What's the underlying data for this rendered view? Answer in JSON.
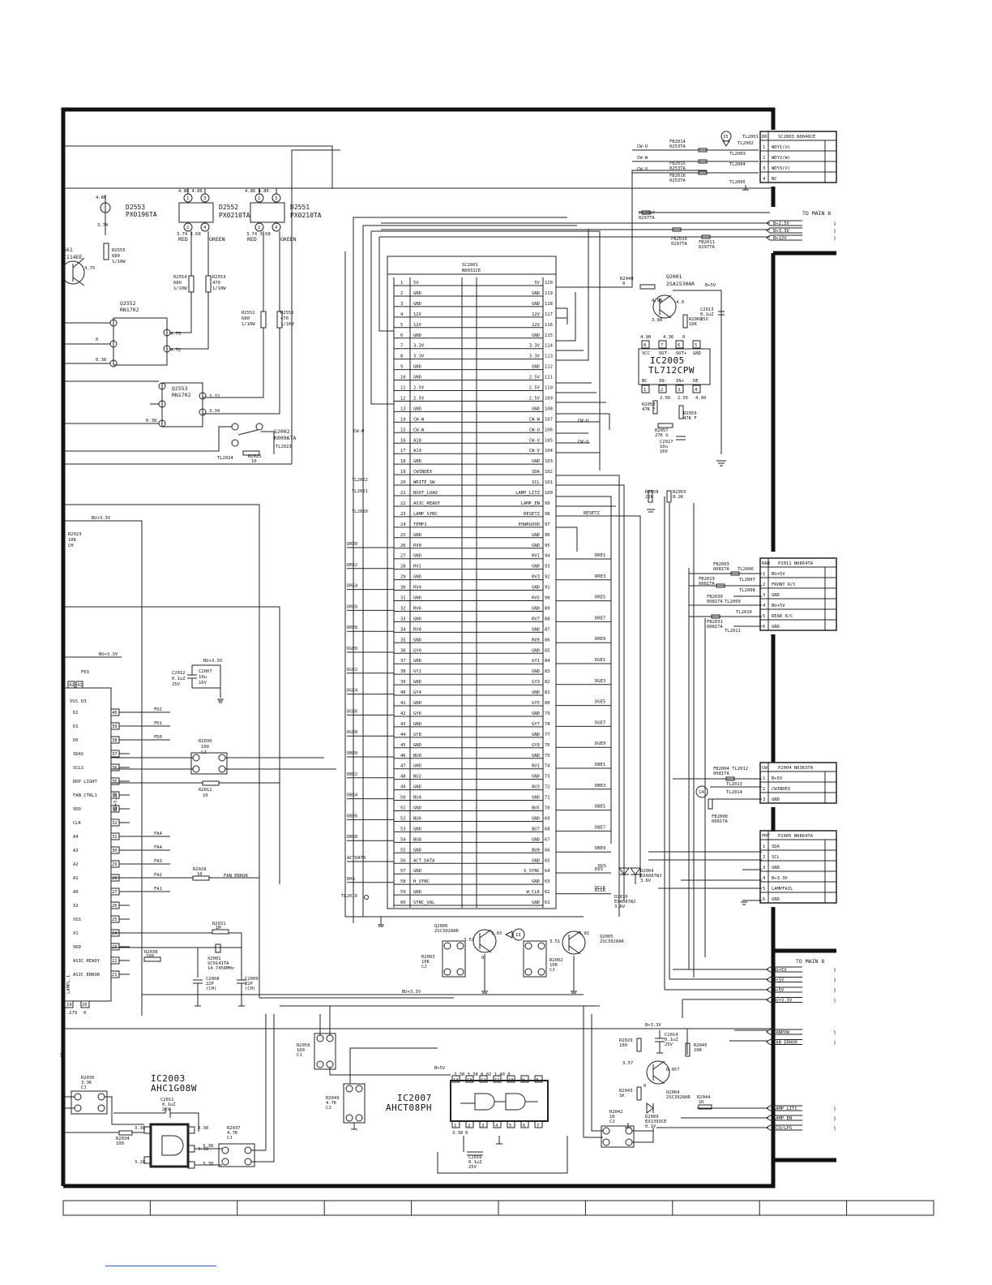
{
  "connectors": {
    "sc2003": {
      "tag": "DD",
      "ref": "SC2003 N0040CE",
      "pins": [
        {
          "n": "1",
          "name": "WDY1(U)"
        },
        {
          "n": "2",
          "name": "WDY2(W)"
        },
        {
          "n": "3",
          "name": "WDY3(V)"
        },
        {
          "n": "4",
          "name": "NC"
        }
      ]
    },
    "p2011": {
      "tag": "RAB",
      "ref": "P2011 N0864TA",
      "pins": [
        {
          "n": "1",
          "name": "BU+5V"
        },
        {
          "n": "2",
          "name": "FRONT R/C"
        },
        {
          "n": "3",
          "name": "GND"
        },
        {
          "n": "4",
          "name": "BU+5V"
        },
        {
          "n": "5",
          "name": "REAR R/C"
        },
        {
          "n": "6",
          "name": "GND"
        }
      ]
    },
    "p2004": {
      "tag": "CW",
      "ref": "P2004 N0363TA",
      "pins": [
        {
          "n": "1",
          "name": "B+5V"
        },
        {
          "n": "2",
          "name": "CWINDEX"
        },
        {
          "n": "3",
          "name": "GND"
        }
      ]
    },
    "p2005": {
      "tag": "FMT",
      "ref": "P2005 N0864TA",
      "pins": [
        {
          "n": "1",
          "name": "SDA"
        },
        {
          "n": "2",
          "name": "SCL"
        },
        {
          "n": "3",
          "name": "GND"
        },
        {
          "n": "4",
          "name": "B+3.3V"
        },
        {
          "n": "5",
          "name": "LAMPFAIL"
        },
        {
          "n": "6",
          "name": "GND"
        }
      ]
    }
  },
  "sc2001": {
    "ref": "SC2001",
    "part": "N0031CE",
    "rows": [
      {
        "l": "1",
        "ln": "5V",
        "rn": "5V",
        "r": "120"
      },
      {
        "l": "2",
        "ln": "GND",
        "rn": "GND",
        "r": "119"
      },
      {
        "l": "3",
        "ln": "GND",
        "rn": "GND",
        "r": "118"
      },
      {
        "l": "4",
        "ln": "12V",
        "rn": "12V",
        "r": "117"
      },
      {
        "l": "5",
        "ln": "12V",
        "rn": "12V",
        "r": "116"
      },
      {
        "l": "6",
        "ln": "GND",
        "rn": "GND",
        "r": "115"
      },
      {
        "l": "7",
        "ln": "3.3V",
        "rn": "3.3V",
        "r": "114"
      },
      {
        "l": "8",
        "ln": "3.3V",
        "rn": "3.3V",
        "r": "113"
      },
      {
        "l": "9",
        "ln": "GND",
        "rn": "GND",
        "r": "112"
      },
      {
        "l": "10",
        "ln": "GND",
        "rn": "2.5V",
        "r": "111"
      },
      {
        "l": "11",
        "ln": "2.5V",
        "rn": "2.5V",
        "r": "110"
      },
      {
        "l": "12",
        "ln": "2.5V",
        "rn": "2.5V",
        "r": "109"
      },
      {
        "l": "13",
        "ln": "GND",
        "rn": "GND",
        "r": "108"
      },
      {
        "l": "14",
        "ln": "CW-W",
        "rn": "CW-W",
        "r": "107"
      },
      {
        "l": "15",
        "ln": "CW-W",
        "rn": "CW-U",
        "r": "106"
      },
      {
        "l": "16",
        "ln": "A18",
        "rn": "CW-V",
        "r": "105"
      },
      {
        "l": "17",
        "ln": "A19",
        "rn": "CW-V",
        "r": "104"
      },
      {
        "l": "18",
        "ln": "GND",
        "rn": "GND",
        "r": "103"
      },
      {
        "l": "19",
        "ln": "CWINDEX",
        "rn": "SDA",
        "r": "102"
      },
      {
        "l": "20",
        "ln": "WRITE_SW",
        "rn": "SCL",
        "r": "101"
      },
      {
        "l": "21",
        "ln": "BOOT_LOAD",
        "rn": "LAMP_LITZ",
        "r": "100"
      },
      {
        "l": "22",
        "ln": "ASIC_READY",
        "rn": "LAMP_EN",
        "r": "99"
      },
      {
        "l": "23",
        "ln": "LAMP_SYNC",
        "rn": "RESETZ",
        "r": "98"
      },
      {
        "l": "24",
        "ln": "TEMP1",
        "rn": "POWRGOOD",
        "r": "97"
      },
      {
        "l": "25",
        "ln": "GND",
        "rn": "GND",
        "r": "96"
      },
      {
        "l": "26",
        "ln": "RV0",
        "rn": "GND",
        "r": "95"
      },
      {
        "l": "27",
        "ln": "GND",
        "rn": "RV1",
        "r": "94"
      },
      {
        "l": "28",
        "ln": "RV2",
        "rn": "GND",
        "r": "93"
      },
      {
        "l": "29",
        "ln": "GND",
        "rn": "RV3",
        "r": "92"
      },
      {
        "l": "30",
        "ln": "RV4",
        "rn": "GND",
        "r": "91"
      },
      {
        "l": "31",
        "ln": "GND",
        "rn": "RV5",
        "r": "90"
      },
      {
        "l": "32",
        "ln": "RV6",
        "rn": "GND",
        "r": "89"
      },
      {
        "l": "33",
        "ln": "GND",
        "rn": "RV7",
        "r": "88"
      },
      {
        "l": "34",
        "ln": "RV8",
        "rn": "GND",
        "r": "87"
      },
      {
        "l": "35",
        "ln": "GND",
        "rn": "RV9",
        "r": "86"
      },
      {
        "l": "36",
        "ln": "GY0",
        "rn": "GND",
        "r": "85"
      },
      {
        "l": "37",
        "ln": "GND",
        "rn": "GY1",
        "r": "84"
      },
      {
        "l": "38",
        "ln": "GY2",
        "rn": "GND",
        "r": "83"
      },
      {
        "l": "39",
        "ln": "GND",
        "rn": "GY3",
        "r": "82"
      },
      {
        "l": "40",
        "ln": "GY4",
        "rn": "GND",
        "r": "81"
      },
      {
        "l": "41",
        "ln": "GND",
        "rn": "GY5",
        "r": "80"
      },
      {
        "l": "42",
        "ln": "GY6",
        "rn": "GND",
        "r": "79"
      },
      {
        "l": "43",
        "ln": "GND",
        "rn": "GY7",
        "r": "78"
      },
      {
        "l": "44",
        "ln": "GY8",
        "rn": "GND",
        "r": "77"
      },
      {
        "l": "45",
        "ln": "GND",
        "rn": "GY9",
        "r": "76"
      },
      {
        "l": "46",
        "ln": "BU0",
        "rn": "GND",
        "r": "75"
      },
      {
        "l": "47",
        "ln": "GND",
        "rn": "BU1",
        "r": "74"
      },
      {
        "l": "48",
        "ln": "BU2",
        "rn": "GND",
        "r": "73"
      },
      {
        "l": "49",
        "ln": "GND",
        "rn": "BU3",
        "r": "72"
      },
      {
        "l": "50",
        "ln": "BU4",
        "rn": "GND",
        "r": "71"
      },
      {
        "l": "51",
        "ln": "GND",
        "rn": "BU5",
        "r": "70"
      },
      {
        "l": "52",
        "ln": "BU6",
        "rn": "GND",
        "r": "69"
      },
      {
        "l": "53",
        "ln": "GND",
        "rn": "BU7",
        "r": "68"
      },
      {
        "l": "54",
        "ln": "BU8",
        "rn": "GND",
        "r": "67"
      },
      {
        "l": "55",
        "ln": "GND",
        "rn": "BU9",
        "r": "66"
      },
      {
        "l": "56",
        "ln": "ACT_DATA",
        "rn": "GND",
        "r": "65"
      },
      {
        "l": "57",
        "ln": "GND",
        "rn": "V_SYNC",
        "r": "64"
      },
      {
        "l": "58",
        "ln": "H_SYNC",
        "rn": "GND",
        "r": "63"
      },
      {
        "l": "59",
        "ln": "GND",
        "rn": "W_CLK",
        "r": "62"
      },
      {
        "l": "60",
        "ln": "SYNC_VAL",
        "rn": "GND",
        "r": "61"
      }
    ]
  },
  "bus_left": [
    "DRE0",
    "DRE2",
    "DRE4",
    "DRE6",
    "DRE8",
    "DGE0",
    "DGE2",
    "DGE4",
    "DGE6",
    "DGE8",
    "DBE0",
    "DBE2",
    "DBE4",
    "DBE6",
    "DBE8",
    "ACTDATA",
    "DHS"
  ],
  "bus_right": [
    "DRE1",
    "DRE3",
    "DRE5",
    "DRE7",
    "DRE9",
    "DGE1",
    "DGE3",
    "DGE5",
    "DGE7",
    "DGE9",
    "DBE1",
    "DBE3",
    "DBE5",
    "DBE7",
    "DBE9",
    "DVS",
    "DCLK"
  ],
  "ic_asic": {
    "pins": [
      {
        "n": "40",
        "name": "D2",
        "net": "FD2"
      },
      {
        "n": "39",
        "name": "D1",
        "net": "FD1"
      },
      {
        "n": "38",
        "name": "D0",
        "net": "FD0"
      },
      {
        "n": "37",
        "name": "SDAS",
        "net": ""
      },
      {
        "n": "36",
        "name": "SCLS",
        "net": ""
      },
      {
        "n": "35",
        "name": "DDP LIGHT",
        "net": ""
      },
      {
        "n": "34",
        "name": "FAN_CTRL1",
        "net": ""
      },
      {
        "n": "33",
        "name": "VDD",
        "net": ""
      },
      {
        "n": "32",
        "name": "CLK",
        "net": ""
      },
      {
        "n": "31",
        "name": "A4",
        "net": "FA4"
      },
      {
        "n": "30",
        "name": "A3",
        "net": "FA4"
      },
      {
        "n": "29",
        "name": "A2",
        "net": "FA3"
      },
      {
        "n": "28",
        "name": "A1",
        "net": "FA2"
      },
      {
        "n": "27",
        "name": "A0",
        "net": "FA1"
      },
      {
        "n": "26",
        "name": "X2",
        "net": ""
      },
      {
        "n": "25",
        "name": "VSS",
        "net": ""
      },
      {
        "n": "24",
        "name": "X1",
        "net": ""
      },
      {
        "n": "23",
        "name": "VDD",
        "net": ""
      },
      {
        "n": "22",
        "name": "ASIC READY",
        "net": ""
      },
      {
        "n": "21",
        "name": "ASIC ERROR",
        "net": ""
      }
    ]
  },
  "ics": {
    "ic2005": {
      "ref": "IC2005",
      "part": "TL712CPW",
      "top": [
        "VCC",
        "OUT-",
        "OUT+",
        "GND"
      ],
      "bottom": [
        "NC",
        "IN-",
        "IN+",
        "DE"
      ]
    },
    "ic2003": {
      "ref": "IC2003",
      "part": "AHC1G08W"
    },
    "ic2007": {
      "ref": "IC2007",
      "part": "AHCT08PH"
    }
  },
  "labels": {
    "to_main_8a": "TO MAIN 8",
    "to_main_8b": "TO MAIN 8",
    "d2553": "D2553",
    "d2553_part": "PX0196TA",
    "d2552": "D2552",
    "d2552_part": "PX0210TA",
    "d2551": "D2551",
    "d2551_part": "PX0210TA",
    "red1": "RED",
    "green1": "GREEN",
    "red2": "RED",
    "green2": "GREEN",
    "q2552": "Q2552",
    "q2552_part": "RN1702",
    "q2553": "Q2553",
    "q2553_part": "RN1702",
    "q2001": "Q2001",
    "q2001_part": "2SA1530AR",
    "q2006": "Q2006",
    "q2006_part": "2SC3928AR",
    "q2005": "Q2005",
    "q2005_part": "2SC3928AR",
    "q2004": "Q2004",
    "q2004_part": "2SC3928AR",
    "s2002": "S2002",
    "s2002_part": "K0096TA",
    "x2001": "X2001",
    "x2001_part": "SC0141TA",
    "x2001_freq": "14.7456MHz",
    "d2004": "D2004",
    "d2004_part": "EXA087WJ",
    "d2004_v": "3.6V",
    "d2010": "D2010",
    "d2010_part": "EXA087WJ",
    "d2010_v": "3.6V",
    "d2009": "D2009",
    "d2009_part": "EX1393CE",
    "d2009_v": "0.1V",
    "bu33": "BU+3.3V",
    "b5v": "B+5V",
    "r2023": "R2023",
    "r2023_v": "10K",
    "r2023_t": "CH"
  },
  "right_nets_top": [
    "B+2.5V",
    "B+3.3V",
    "B+12V"
  ],
  "right_nets_mid": [
    "BU+5V",
    "B+5V",
    "B+5V",
    "BU+3.3V"
  ],
  "right_nets_bot": [
    "FANPOW",
    "FAN_ERROR"
  ],
  "right_nets_lamp": [
    "LAMP_LITC",
    "LAMP_EN",
    "ECO/LPS"
  ],
  "cw_nets": [
    "CW-U",
    "CW-W",
    "CW-V"
  ],
  "fb_top": [
    {
      "ref": "FB2014",
      "part": "0253TA"
    },
    {
      "ref": "FB2015",
      "part": "0253TA"
    },
    {
      "ref": "FB2016",
      "part": "0253TA"
    },
    {
      "ref": "FB2007",
      "part": "0297TA"
    },
    {
      "ref": "FB2010",
      "part": "0297TA"
    },
    {
      "ref": "FB2011",
      "part": "0297TA"
    }
  ],
  "tl_top": [
    "TL2001",
    "TL2002",
    "TL2003",
    "TL2004",
    "TL2005"
  ],
  "markers": {
    "m15": "15",
    "m14": "14",
    "m13": "13"
  },
  "footer_cells": 10
}
